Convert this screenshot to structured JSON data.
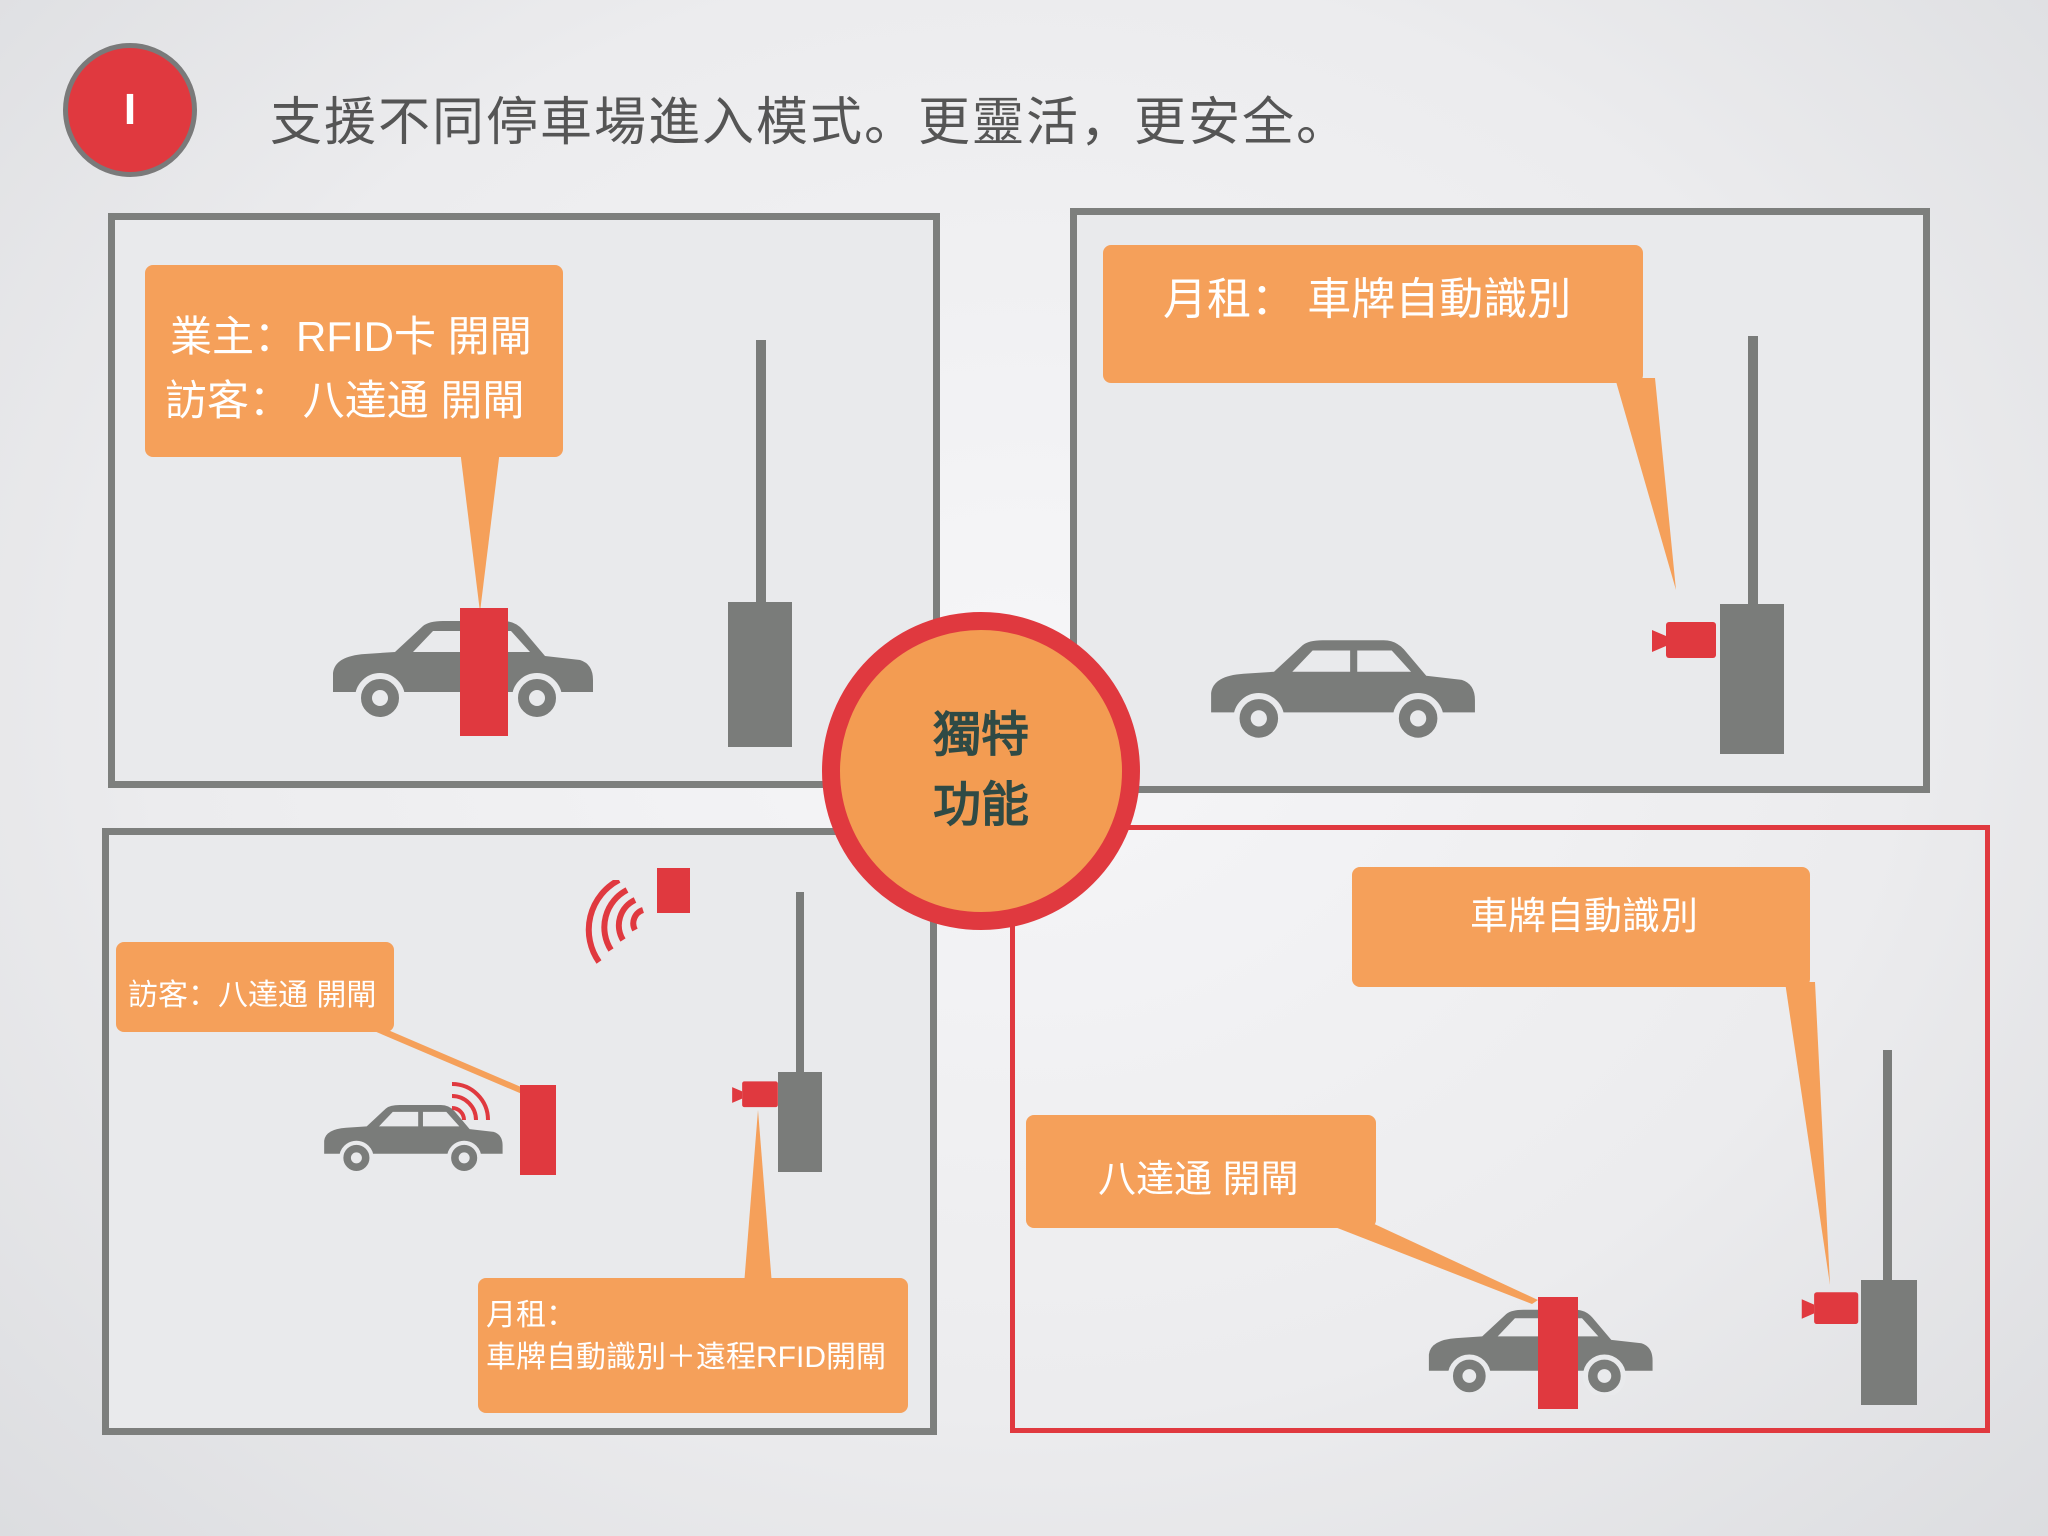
{
  "page": {
    "badge": "I",
    "title": "支援不同停車場進入模式。更靈活，更安全。"
  },
  "center": {
    "line1": "獨特",
    "line2": "功能"
  },
  "panels": {
    "top_left": {
      "line1": "業主：RFID卡 開閘",
      "line2": "訪客： 八達通 開閘"
    },
    "top_right": {
      "line1": "月租： 車牌自動識別"
    },
    "bottom_left": {
      "visitor": "訪客：八達通 開閘",
      "monthly_line1": "月租：",
      "monthly_line2": "車牌自動識別＋遠程RFID開閘"
    },
    "bottom_right": {
      "plate": "車牌自動識別",
      "octopus": "八達通 開閘"
    }
  },
  "colors": {
    "accent_red": "#e0393f",
    "callout_orange": "#f5a05a",
    "gray": "#7a7c7a",
    "text_dark": "#2f4a45"
  }
}
